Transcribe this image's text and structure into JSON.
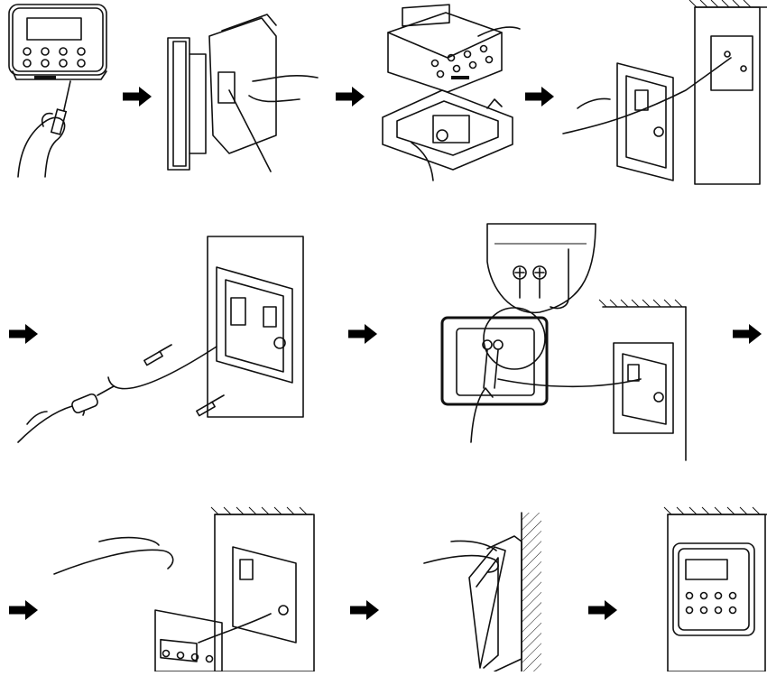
{
  "diagram": {
    "kind": "installation-sequence",
    "arrow_color": "#000000",
    "line_color": "#111111",
    "background": "#ffffff",
    "rows": [
      {
        "steps": [
          "remove-back-cover-with-screwdriver",
          "separate-cover-side-view",
          "front-and-back-cover-apart",
          "route-cable-through-wall-box"
        ]
      },
      {
        "steps": [
          "fix-back-plate-with-screws",
          "connect-wires-to-terminals"
        ]
      },
      {
        "steps": [
          "attach-front-cover",
          "press-cover-onto-wall",
          "installed-controller"
        ]
      }
    ]
  }
}
